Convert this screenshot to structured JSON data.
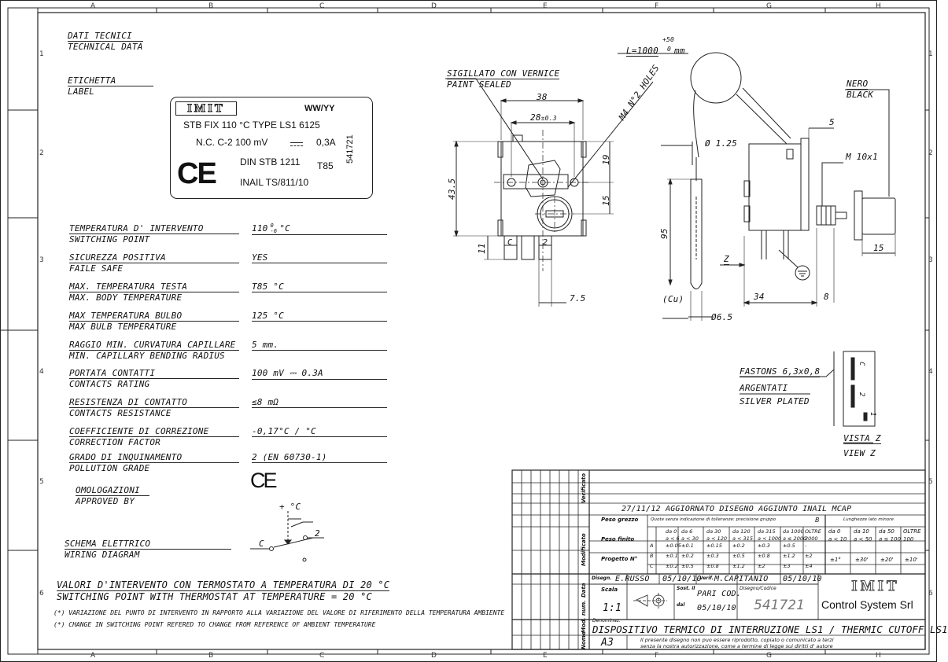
{
  "frame": {
    "columns": [
      "A",
      "B",
      "C",
      "D",
      "E",
      "F",
      "G",
      "H"
    ],
    "rows": [
      "1",
      "2",
      "3",
      "4",
      "5",
      "6"
    ]
  },
  "tech": {
    "title_it": "DATI TECNICI",
    "title_en": "TECHNICAL DATA"
  },
  "label": {
    "title_it": "ETICHETTA",
    "title_en": "LABEL",
    "brand": "IMIT",
    "date_code": "WW/YY",
    "line1": "STB FIX 110 °C TYPE LS1 6125",
    "line2": "N.C. C-2 100 mV",
    "line2_value": "0,3A",
    "ce": "CE",
    "din": "DIN STB 1211",
    "t85": "T85",
    "inail": "INAIL TS/811/10",
    "code": "541721"
  },
  "specs": [
    {
      "it": "TEMPERATURA D' INTERVENTO",
      "en": "SWITCHING POINT",
      "value": "110",
      "sup": "0",
      "sub": "-6",
      "unit": "°C"
    },
    {
      "it": "SICUREZZA POSITIVA",
      "en": "FAILE SAFE",
      "value": "YES"
    },
    {
      "it": "MAX. TEMPERATURA TESTA",
      "en": "MAX. BODY TEMPERATURE",
      "value": "T85 °C"
    },
    {
      "it": "MAX TEMPERATURA BULBO",
      "en": "MAX BULB TEMPERATURE",
      "value": "125 °C"
    },
    {
      "it": "RAGGIO MIN. CURVATURA CAPILLARE",
      "en": "MIN. CAPILLARY BENDING RADIUS",
      "value": "5 mm."
    },
    {
      "it": "PORTATA CONTATTI",
      "en": "CONTACTS RATING",
      "value": "100 mV ⎓ 0.3A"
    },
    {
      "it": "RESISTENZA DI CONTATTO",
      "en": "CONTACTS RESISTANCE",
      "value": "≤8 mΩ"
    },
    {
      "it": "COEFFICIENTE DI CORREZIONE",
      "en": "CORRECTION FACTOR",
      "value": "-0,17°C / °C"
    },
    {
      "it": "GRADO DI INQUINAMENTO",
      "en": "POLLUTION GRADE",
      "value": "2 (EN 60730-1)"
    }
  ],
  "approved": {
    "it": "OMOLOGAZIONI",
    "en": "APPROVED BY",
    "mark": "CE"
  },
  "wiring": {
    "it": "SCHEMA ELETTRICO",
    "en": "WIRING DIAGRAM",
    "plus_t": "+ °C",
    "c": "C",
    "two": "2"
  },
  "values_note": {
    "it": "VALORI D'INTERVENTO CON TERMOSTATO A TEMPERATURA DI 20 °C",
    "en": "SWITCHING POINT WITH THERMOSTAT AT TEMPERATURE = 20 °C"
  },
  "footnotes": {
    "it": "(*) VARIAZIONE DEL PUNTO DI INTERVENTO IN RAPPORTO ALLA VARIAZIONE DEL VALORE DI RIFERIMENTO DELLA TEMPERATURA AMBIENTE",
    "en": "(*) CHANGE IN SWITCHING POINT REFERED TO CHANGE FROM REFERENCE OF AMBIENT TEMPERATURE"
  },
  "drawing": {
    "sealed_it": "SIGILLATO CON VERNICE",
    "sealed_en": "PAINT SEALED",
    "holes": "M4 N°2 HOLES",
    "d38": "38",
    "d28": "28",
    "d28_tol": "±0.3",
    "d43": "43.5",
    "d19": "19",
    "d15v": "15",
    "d11": "11",
    "d7": "7.5",
    "term_c": "C",
    "term_2": "2",
    "length": "L=1000",
    "length_tol_up": "+50",
    "length_tol_dn": "0",
    "length_unit": "mm",
    "black_it": "NERO",
    "black_en": "BLACK",
    "d5": "5",
    "dia125": "Ø 1.25",
    "m10": "M 10x1",
    "d95": "95",
    "cu": "(Cu)",
    "d65": "Ø6.5",
    "d34": "34",
    "d8": "8",
    "d15h": "15",
    "z": "Z"
  },
  "fastons": {
    "it": "FASTONS 6,3x0,8",
    "silver_it": "ARGENTATI",
    "silver_en": "SILVER  PLATED",
    "view_it": "VISTA Z",
    "view_en": "VIEW Z",
    "c": "C",
    "two": "2",
    "one": "1"
  },
  "titleblock": {
    "side_verif": "Verificato",
    "side_modif": "Modificato",
    "side_date": "Data",
    "side_nome": "Nome",
    "side_mod": "Mod. num.",
    "revision": "27/11/12 AGGIORNATO DISEGNO AGGIUNTO INAIL MCAP",
    "peso_grezzo": "Peso grezzo",
    "peso_finito": "Peso finito",
    "progetto": "Progetto N°",
    "quote_note": "Quote senza indicazione di tolleranze: precisione gruppo",
    "group_b": "B",
    "lung_note": "Lunghezze lato minore",
    "range_head": [
      "da 0",
      "da 6",
      "da 30",
      "da 120",
      "da 315",
      "da 1000",
      "OLTRE"
    ],
    "range_sub": [
      "a < 6",
      "a < 30",
      "a < 120",
      "a < 315",
      "a < 1000",
      "a ≤ 2000",
      "2000"
    ],
    "row_a": [
      "A",
      "±0.05",
      "±0.1",
      "±0.15",
      "±0.2",
      "±0.3",
      "±0.5",
      "-"
    ],
    "row_b": [
      "B",
      "±0.1",
      "±0.2",
      "±0.3",
      "±0.5",
      "±0.8",
      "±1.2",
      "±2"
    ],
    "row_c": [
      "C",
      "±0.2",
      "±0.5",
      "±0.8",
      "±1.2",
      "±2",
      "±3",
      "±4"
    ],
    "ang_head": [
      "da 0",
      "da 10",
      "da 50",
      "OLTRE"
    ],
    "ang_sub": [
      "a < 10",
      "a < 50",
      "a ≤ 100",
      "100"
    ],
    "ang_vals": [
      "±1°",
      "±30'",
      "±20'",
      "±10'"
    ],
    "disegn": "Disegn.",
    "disegn_name": "E.RUSSO",
    "disegn_date": "05/10/10",
    "verif": "Verif.",
    "verif_name": "M.CAPITANIO",
    "verif_date": "05/10/10",
    "scala": "Scala",
    "scale_val": "1:1",
    "sost": "Sost. il",
    "dal": "dal",
    "pari_cod": "PARI COD.",
    "pari_date": "05/10/10",
    "disegno_codice": "Disegno/Codice",
    "code": "541721",
    "company_logo": "IMIT",
    "company": "Control System Srl",
    "denominaz": "Denominaz.",
    "name": "DISPOSITIVO TERMICO DI INTERRUZIONE LS1 / THERMIC CUTOFF LS1",
    "format": "A3",
    "legal1": "Il  presente  disegno  non  puo  essere riprodotto,  copiato  o  comunicato  a  terzi",
    "legal2": "senza  la  nostra  autorizzazione,  come  a  termine  di  legge  sui  diritti  d' autore"
  }
}
